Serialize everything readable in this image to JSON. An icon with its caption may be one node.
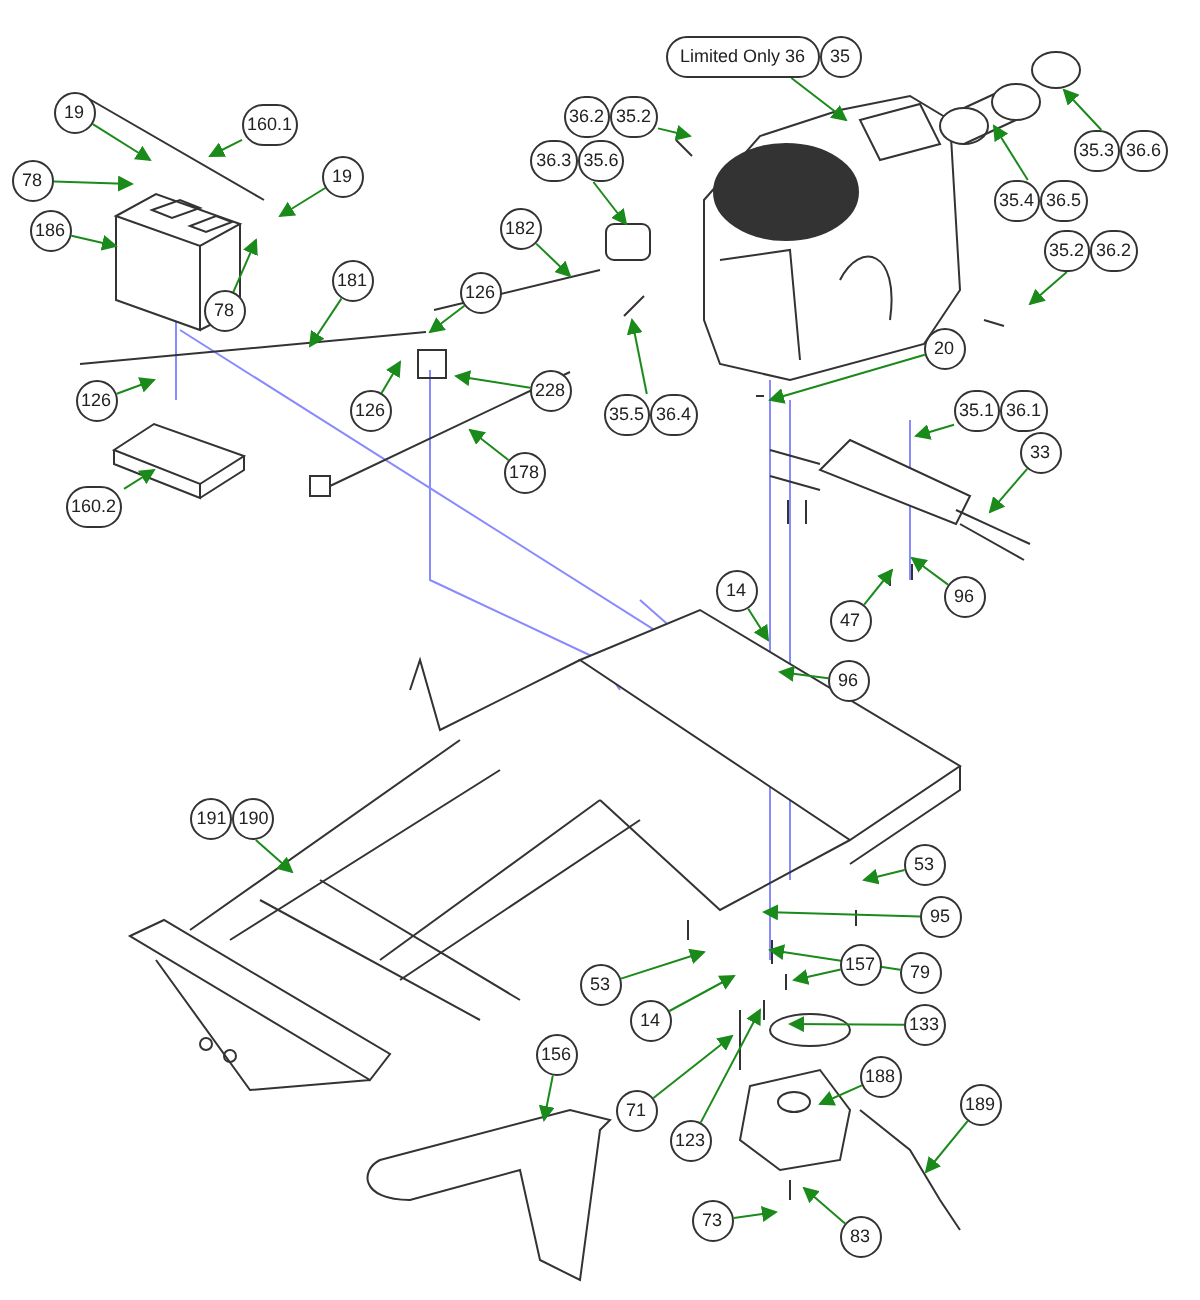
{
  "diagram": {
    "nodes": [
      {
        "text": [
          "160.1"
        ]
      },
      {
        "text": [
          "19"
        ]
      },
      {
        "text": [
          "78"
        ]
      },
      {
        "text": [
          "19"
        ]
      },
      {
        "text": [
          "186"
        ]
      },
      {
        "text": [
          "78"
        ]
      },
      {
        "text": [
          "181"
        ]
      },
      {
        "text": [
          "182"
        ]
      },
      {
        "text": [
          "126"
        ]
      },
      {
        "text": [
          "126"
        ]
      },
      {
        "text": [
          "228"
        ]
      },
      {
        "text": [
          "126"
        ]
      },
      {
        "text": [
          "178"
        ]
      },
      {
        "text": [
          "160.2"
        ]
      },
      {
        "text": [
          "Limited Only 36",
          "35"
        ]
      },
      {
        "text": [
          "36.2",
          "35.2"
        ]
      },
      {
        "text": [
          "36.3",
          "35.6"
        ]
      },
      {
        "text": [
          "35.4",
          "36.5"
        ]
      },
      {
        "text": [
          "35.3",
          "36.6"
        ]
      },
      {
        "text": [
          "35.5",
          "36.4"
        ]
      },
      {
        "text": [
          "35.2",
          "36.2"
        ]
      },
      {
        "text": [
          "20"
        ]
      },
      {
        "text": [
          "35.1",
          "36.1"
        ]
      },
      {
        "text": [
          "33"
        ]
      },
      {
        "text": [
          "47"
        ]
      },
      {
        "text": [
          "96"
        ]
      },
      {
        "text": [
          "14"
        ]
      },
      {
        "text": [
          "96"
        ]
      },
      {
        "text": [
          "191",
          "190"
        ]
      },
      {
        "text": [
          "53"
        ]
      },
      {
        "text": [
          "95"
        ]
      },
      {
        "text": [
          "79"
        ]
      },
      {
        "text": [
          "53"
        ]
      },
      {
        "text": [
          "157"
        ]
      },
      {
        "text": [
          "14"
        ]
      },
      {
        "text": [
          "133"
        ]
      },
      {
        "text": [
          "71"
        ]
      },
      {
        "text": [
          "188"
        ]
      },
      {
        "text": [
          "156"
        ]
      },
      {
        "text": [
          "123"
        ]
      },
      {
        "text": [
          "189"
        ]
      },
      {
        "text": [
          "83"
        ]
      },
      {
        "text": [
          "73"
        ]
      }
    ],
    "edges": [
      {
        "from": 0,
        "to": null,
        "arrow": "to"
      },
      {
        "from": 1,
        "to": null,
        "arrow": "to"
      },
      {
        "from": 2,
        "to": null,
        "arrow": "to"
      },
      {
        "from": 3,
        "to": null,
        "arrow": "to"
      },
      {
        "from": 4,
        "to": null,
        "arrow": "to"
      },
      {
        "from": 5,
        "to": null,
        "arrow": "to"
      },
      {
        "from": 6,
        "to": null,
        "arrow": "to"
      },
      {
        "from": 7,
        "to": null,
        "arrow": "to"
      },
      {
        "from": 8,
        "to": null,
        "arrow": "to"
      },
      {
        "from": 9,
        "to": null,
        "arrow": "to"
      },
      {
        "from": 10,
        "to": null,
        "arrow": "to"
      },
      {
        "from": 11,
        "to": null,
        "arrow": "to"
      },
      {
        "from": 12,
        "to": null,
        "arrow": "to"
      },
      {
        "from": 13,
        "to": null,
        "arrow": "to"
      },
      {
        "from": 14,
        "to": null,
        "arrow": "to"
      },
      {
        "from": 15,
        "to": null,
        "arrow": "to"
      },
      {
        "from": 16,
        "to": null,
        "arrow": "to"
      },
      {
        "from": 17,
        "to": null,
        "arrow": "to"
      },
      {
        "from": 18,
        "to": null,
        "arrow": "to"
      },
      {
        "from": 19,
        "to": null,
        "arrow": "to"
      },
      {
        "from": 20,
        "to": null,
        "arrow": "to"
      },
      {
        "from": 21,
        "to": null,
        "arrow": "to"
      },
      {
        "from": 22,
        "to": null,
        "arrow": "to"
      },
      {
        "from": 23,
        "to": null,
        "arrow": "to"
      },
      {
        "from": 24,
        "to": null,
        "arrow": "to"
      },
      {
        "from": 25,
        "to": null,
        "arrow": "to"
      },
      {
        "from": 26,
        "to": null,
        "arrow": "to"
      },
      {
        "from": 27,
        "to": null,
        "arrow": "to"
      },
      {
        "from": 28,
        "to": null,
        "arrow": "to"
      },
      {
        "from": 29,
        "to": null,
        "arrow": "to"
      },
      {
        "from": 30,
        "to": null,
        "arrow": "to"
      },
      {
        "from": 31,
        "to": null,
        "arrow": "to"
      },
      {
        "from": 32,
        "to": null,
        "arrow": "to"
      },
      {
        "from": 33,
        "to": null,
        "arrow": "to"
      },
      {
        "from": 34,
        "to": null,
        "arrow": "to"
      },
      {
        "from": 35,
        "to": null,
        "arrow": "to"
      },
      {
        "from": 36,
        "to": null,
        "arrow": "to"
      },
      {
        "from": 37,
        "to": null,
        "arrow": "to"
      },
      {
        "from": 38,
        "to": null,
        "arrow": "to"
      },
      {
        "from": 39,
        "to": null,
        "arrow": "to"
      },
      {
        "from": 40,
        "to": null,
        "arrow": "to"
      },
      {
        "from": 41,
        "to": null,
        "arrow": "to"
      },
      {
        "from": 42,
        "to": null,
        "arrow": "to"
      }
    ]
  }
}
